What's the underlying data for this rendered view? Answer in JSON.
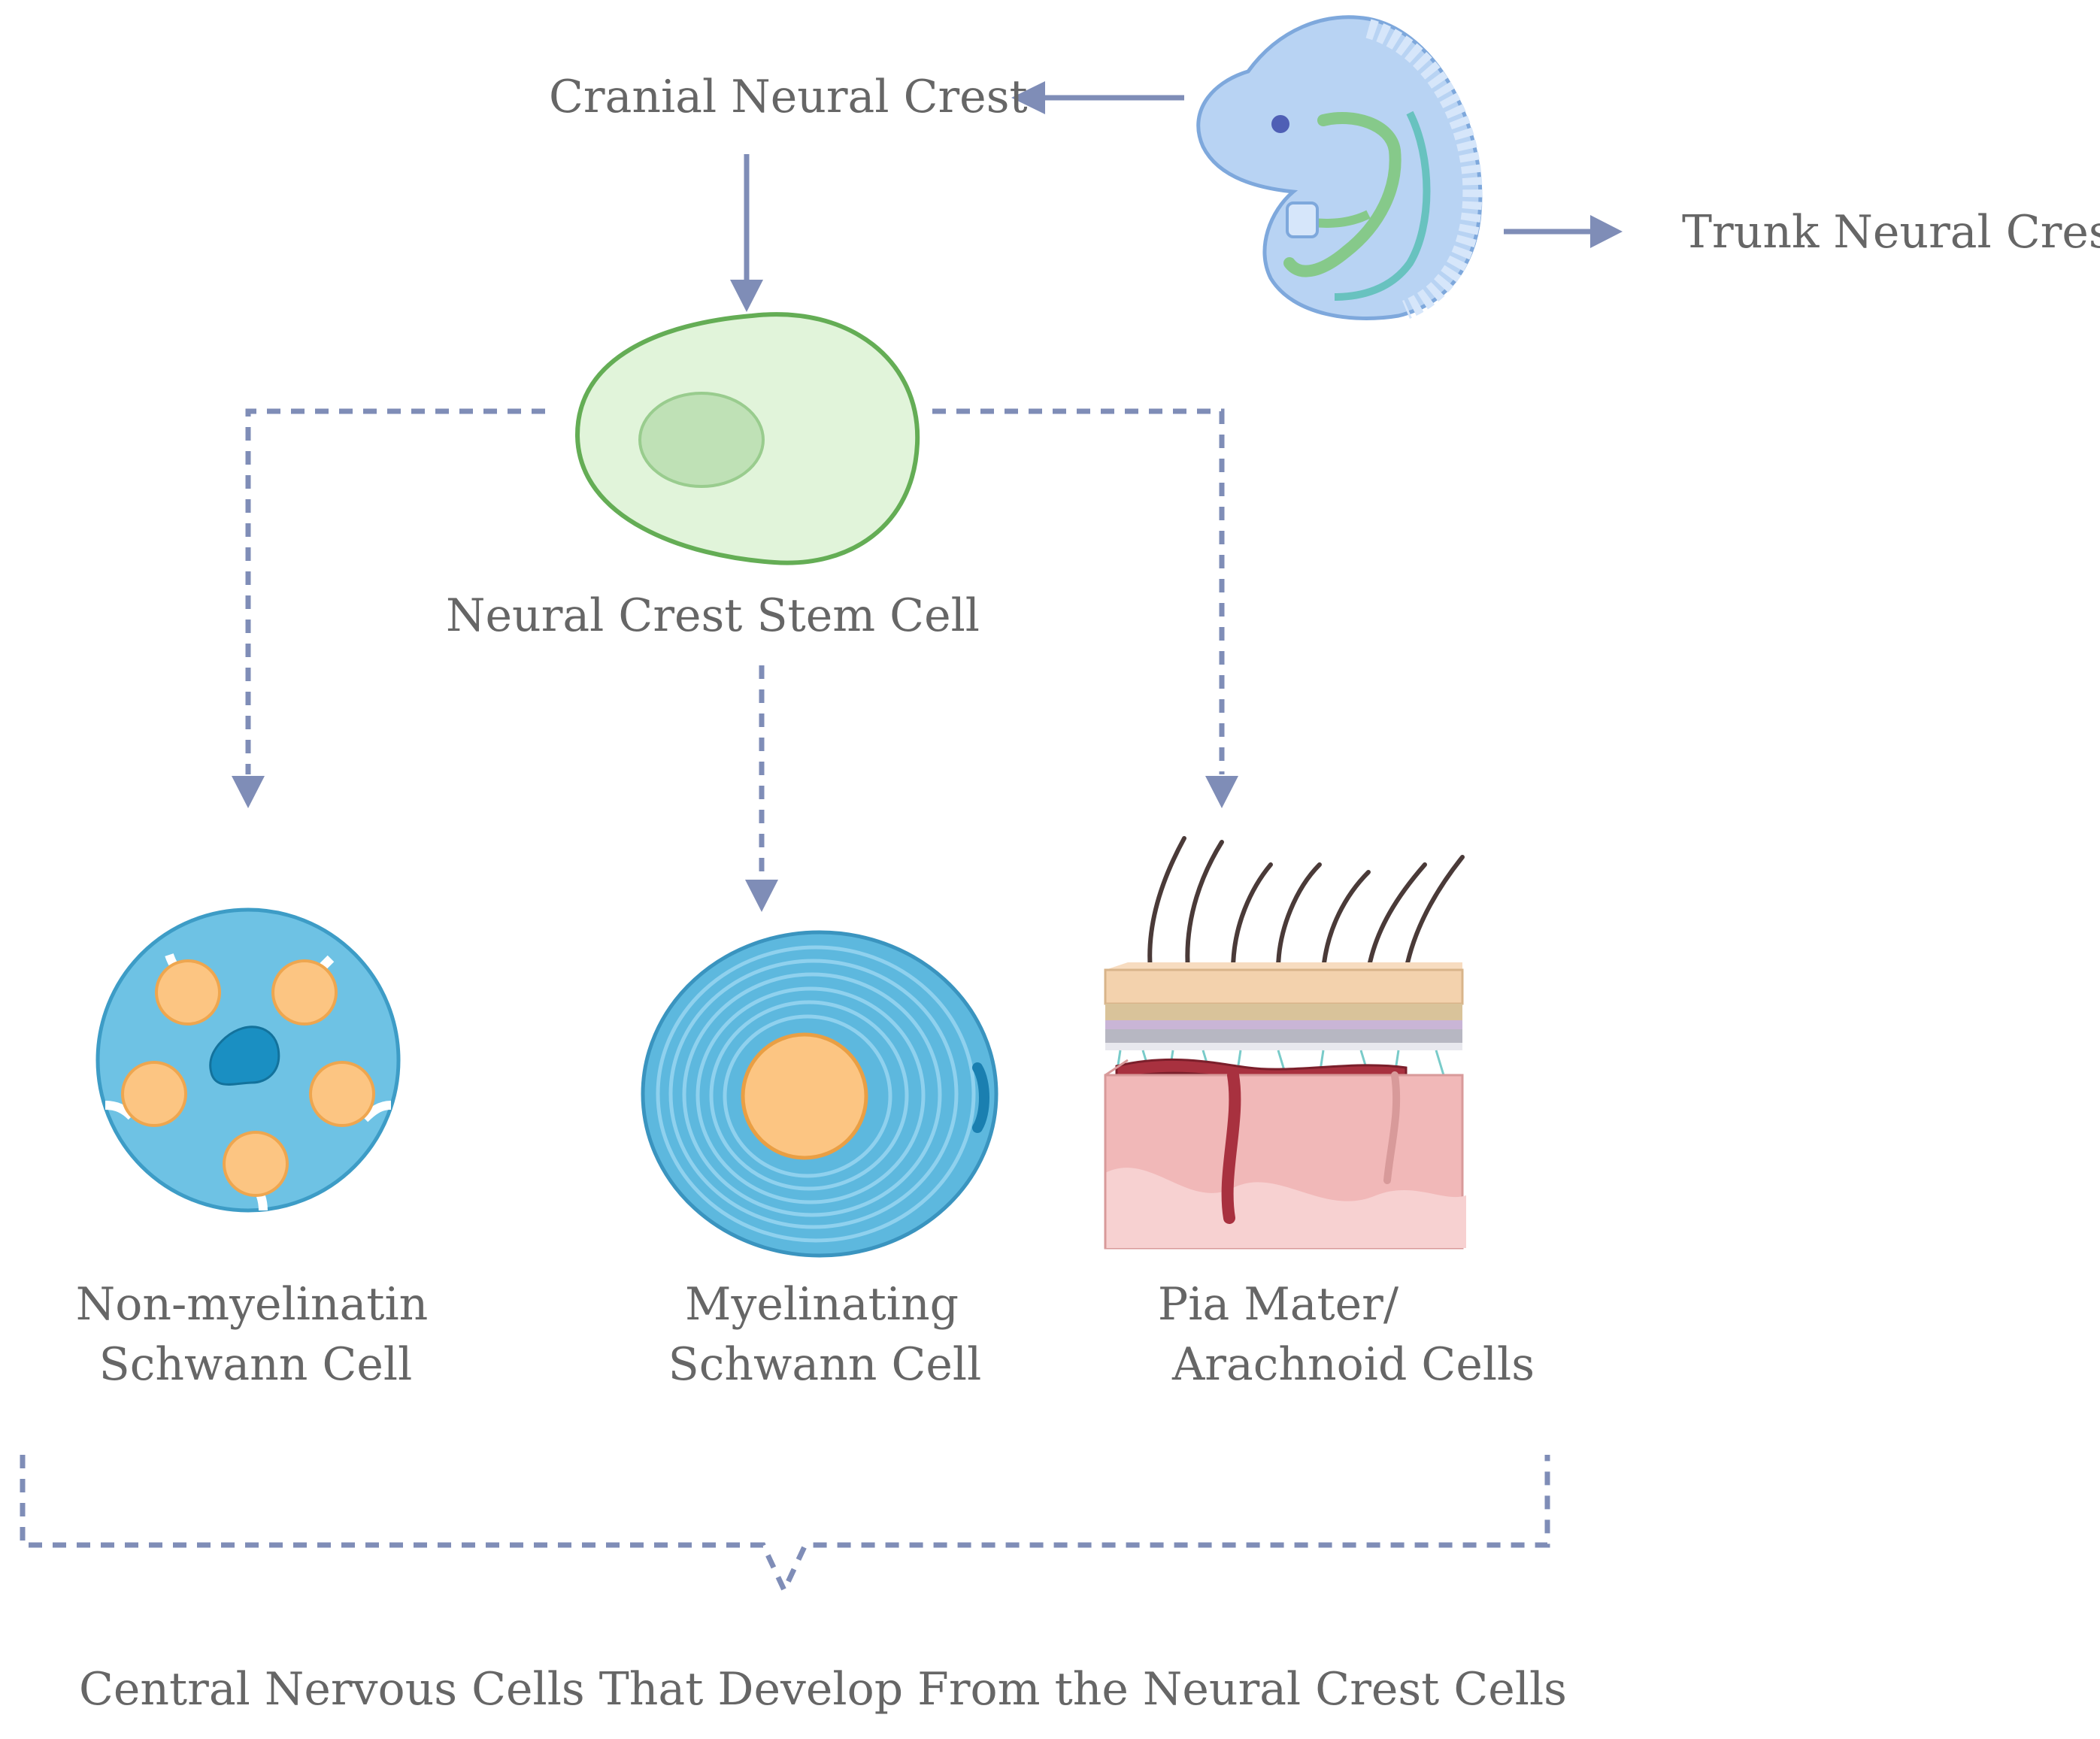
{
  "labels": {
    "cranial": "Cranial Neural Crest",
    "trunk": "Trunk Neural Crest",
    "stem_cell": "Neural Crest Stem Cell",
    "non_myelinating_line1": "Non-myelinatin",
    "non_myelinating_line2": "Schwann Cell",
    "myelinating_line1": "Myelinating",
    "myelinating_line2": "Schwann Cell",
    "pia_line1": "Pia Mater/",
    "pia_line2": "Arachnoid Cells",
    "footer": "Central Nervous Cells That Develop From the Neural Crest Cells"
  },
  "colors": {
    "text": "#666666",
    "arrow": "#7f8db7",
    "stem_cell_fill": "#dff2d8",
    "stem_cell_stroke": "#5aa64b",
    "schwann_blue": "#5db8de",
    "axon_orange": "#fcc582",
    "embryo_blue": "#a8c9f0",
    "skin_pink": "#f2b9b9"
  },
  "icons": [
    "embryo-icon",
    "stem-cell-icon",
    "non-myelinating-schwann-cell-icon",
    "myelinating-schwann-cell-icon",
    "pia-mater-tissue-icon"
  ]
}
